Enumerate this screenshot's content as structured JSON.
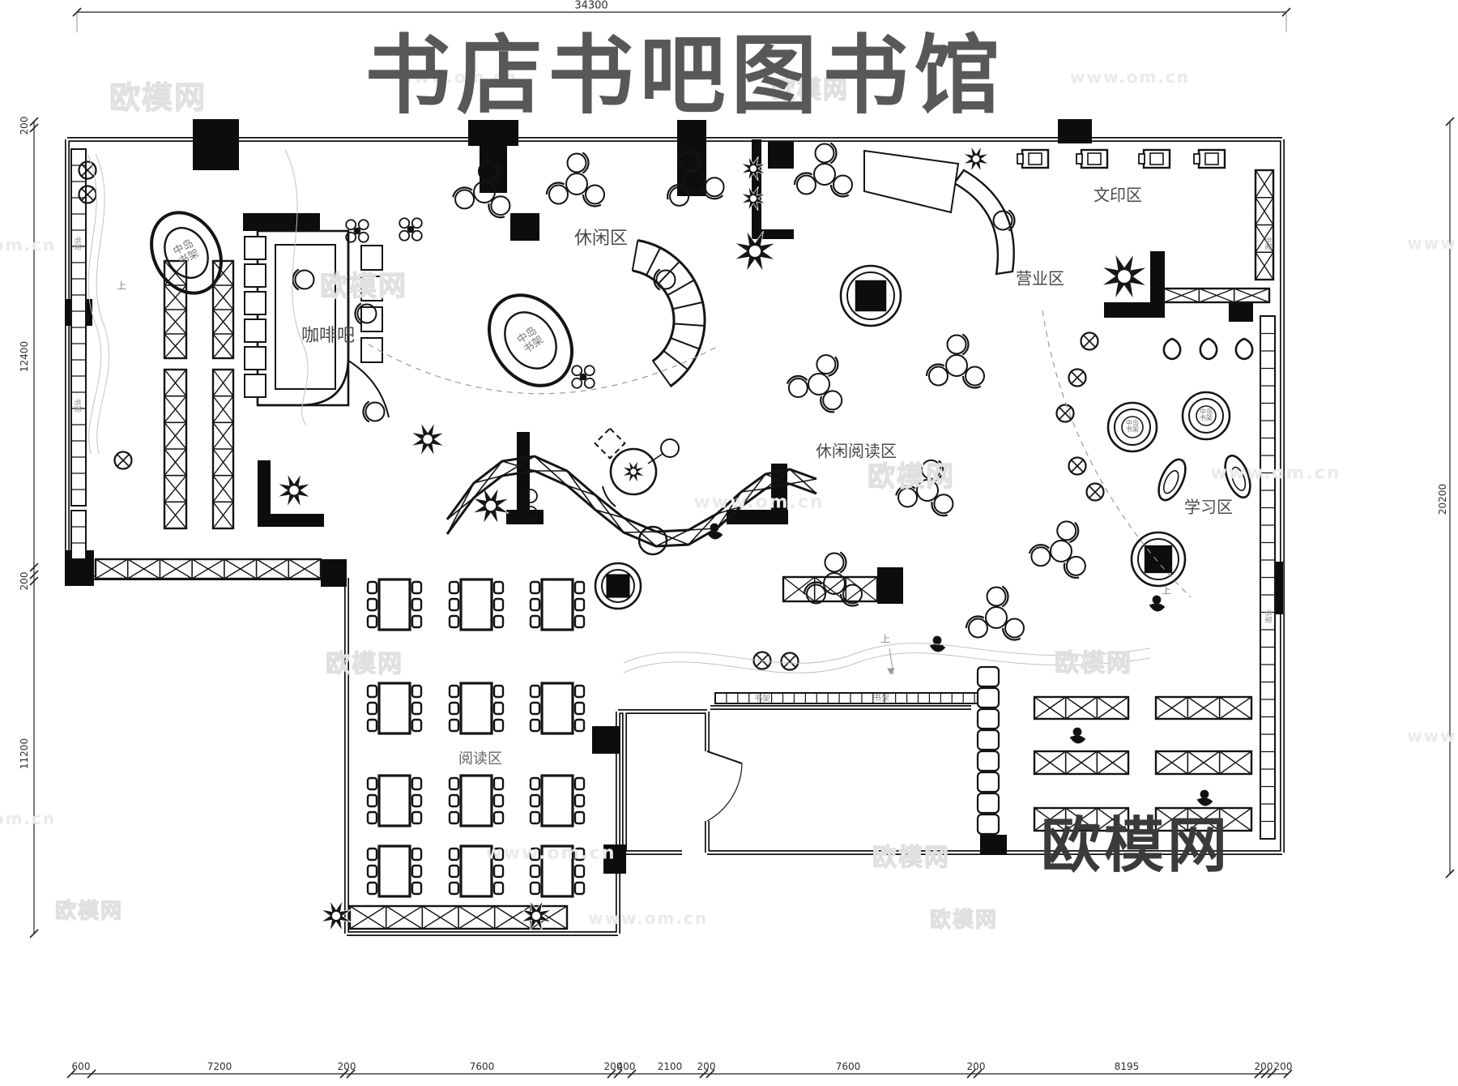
{
  "title": "书店书吧图书馆",
  "watermark": {
    "brand": "欧模网",
    "url": "www.om.cn",
    "url_short": "om.cn",
    "www": "www"
  },
  "logo": "欧模网",
  "areas": {
    "coffee": "咖啡吧",
    "leisure": "休闲区",
    "print": "文印区",
    "business": "营业区",
    "leisure_reading": "休闲阅读区",
    "study": "学习区",
    "reading": "阅读区",
    "island_line1": "中岛",
    "island_line2": "书架",
    "shelf": "书架",
    "up": "上"
  },
  "dimensions": {
    "top": [
      "34300"
    ],
    "left": [
      "200",
      "12400",
      "200",
      "11200"
    ],
    "right": [
      "20200"
    ],
    "bottom": [
      "600",
      "7200",
      "200",
      "7600",
      "200",
      "400",
      "2100",
      "200",
      "7600",
      "200",
      "8195",
      "200",
      "200"
    ]
  },
  "colors": {
    "ink": "#141414",
    "title_gray": "#57585a",
    "logo_gray": "#3a3a3c",
    "watermark_gray": "#e9e9e9",
    "dim_text": "#2e2e2e"
  }
}
